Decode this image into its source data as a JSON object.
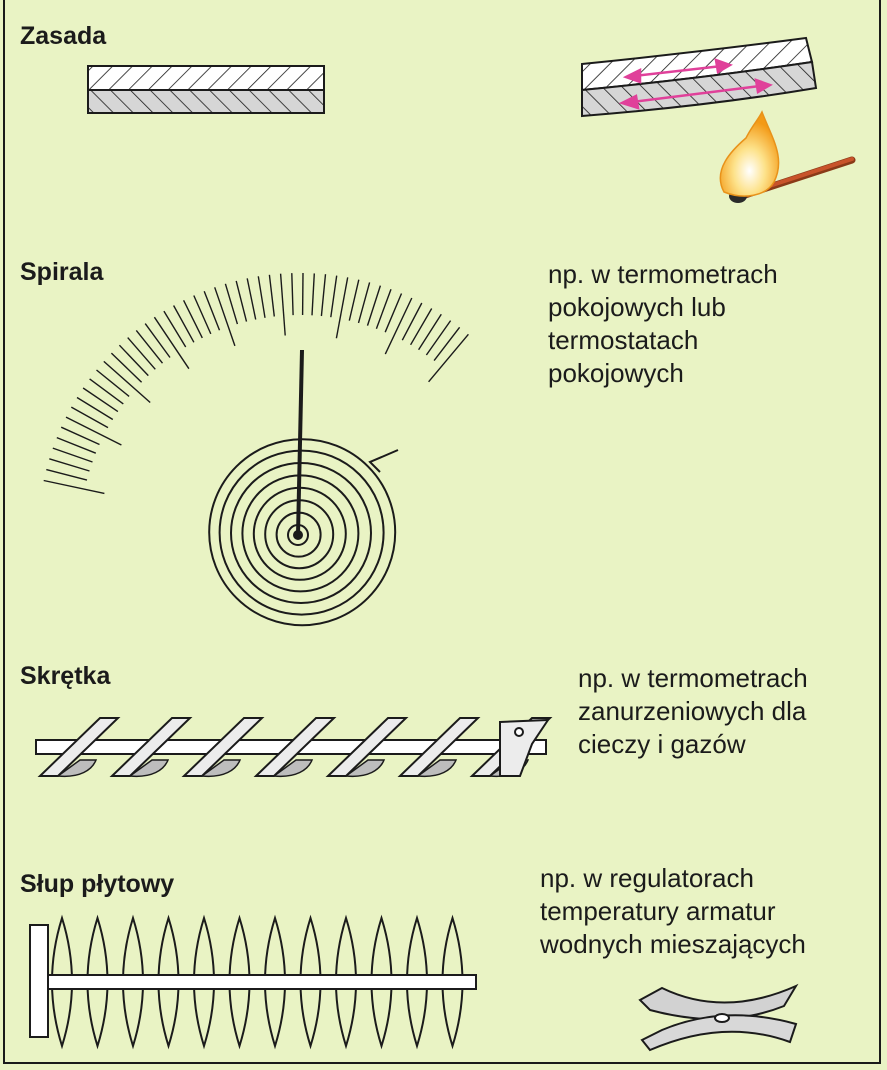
{
  "sections": [
    {
      "title": "Zasada",
      "description": []
    },
    {
      "title": "Spirala",
      "description": [
        "np. w termometrach",
        "pokojowych lub",
        "termostatach",
        "pokojowych"
      ]
    },
    {
      "title": "Skrętka",
      "description": [
        "np. w termometrach",
        "zanurzeniowych dla",
        "cieczy i gazów"
      ]
    },
    {
      "title": "Słup płytowy",
      "description": [
        "np. w regulatorach",
        "temperatury armatur",
        "wodnych mieszających"
      ]
    }
  ],
  "colors": {
    "background": "#e9f3c4",
    "ink": "#1b1b1b",
    "metal": "#d2d2d2",
    "arrow": "#e0409a",
    "flame": "#f6b21e",
    "match": "#c8532a"
  },
  "icons": [
    "bimetal-strip-icon",
    "bent-bimetal-strip-icon",
    "match-flame-icon",
    "spiral-thermometer-icon",
    "twisted-strip-icon",
    "plate-column-icon",
    "bent-plate-icon"
  ]
}
